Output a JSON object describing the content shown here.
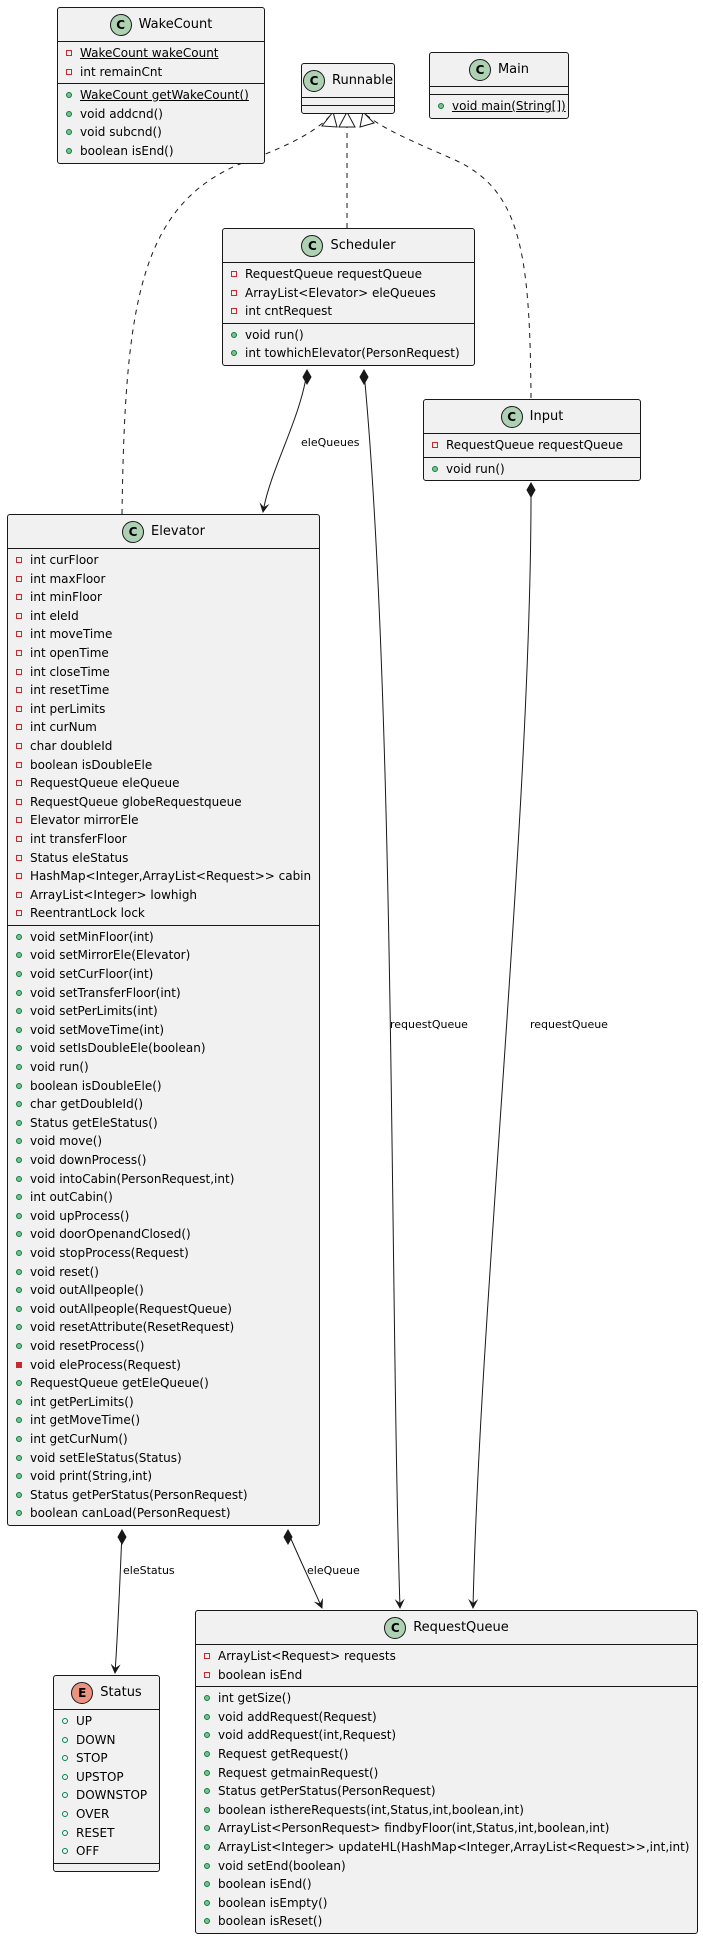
{
  "classes": {
    "wakecount": {
      "name": "WakeCount",
      "kind": "C",
      "fields": [
        {
          "vis": "priv",
          "text": "WakeCount wakeCount",
          "static": true
        },
        {
          "vis": "priv",
          "text": "int remainCnt"
        }
      ],
      "methods": [
        {
          "vis": "pub",
          "text": "WakeCount getWakeCount()",
          "static": true
        },
        {
          "vis": "pub",
          "text": "void addcnd()"
        },
        {
          "vis": "pub",
          "text": "void subcnd()"
        },
        {
          "vis": "pub",
          "text": "boolean isEnd()"
        }
      ]
    },
    "runnable": {
      "name": "Runnable",
      "kind": "C",
      "fields": [],
      "methods": []
    },
    "main": {
      "name": "Main",
      "kind": "C",
      "fields": [],
      "methods": [
        {
          "vis": "pub",
          "text": "void main(String[])",
          "static": true
        }
      ]
    },
    "scheduler": {
      "name": "Scheduler",
      "kind": "C",
      "fields": [
        {
          "vis": "priv",
          "text": "RequestQueue requestQueue"
        },
        {
          "vis": "priv",
          "text": "ArrayList<Elevator> eleQueues"
        },
        {
          "vis": "priv",
          "text": "int cntRequest"
        }
      ],
      "methods": [
        {
          "vis": "pub",
          "text": "void run()"
        },
        {
          "vis": "pub",
          "text": "int towhichElevator(PersonRequest)"
        }
      ]
    },
    "input": {
      "name": "Input",
      "kind": "C",
      "fields": [
        {
          "vis": "priv",
          "text": "RequestQueue requestQueue"
        }
      ],
      "methods": [
        {
          "vis": "pub",
          "text": "void run()"
        }
      ]
    },
    "elevator": {
      "name": "Elevator",
      "kind": "C",
      "fields": [
        {
          "vis": "priv",
          "text": "int curFloor"
        },
        {
          "vis": "priv",
          "text": "int maxFloor"
        },
        {
          "vis": "priv",
          "text": "int minFloor"
        },
        {
          "vis": "priv",
          "text": "int eleId"
        },
        {
          "vis": "priv",
          "text": "int moveTime"
        },
        {
          "vis": "priv",
          "text": "int openTime"
        },
        {
          "vis": "priv",
          "text": "int closeTime"
        },
        {
          "vis": "priv",
          "text": "int resetTime"
        },
        {
          "vis": "priv",
          "text": "int perLimits"
        },
        {
          "vis": "priv",
          "text": "int curNum"
        },
        {
          "vis": "priv",
          "text": "char doubleId"
        },
        {
          "vis": "priv",
          "text": "boolean isDoubleEle"
        },
        {
          "vis": "priv",
          "text": "RequestQueue eleQueue"
        },
        {
          "vis": "priv",
          "text": "RequestQueue globeRequestqueue"
        },
        {
          "vis": "priv",
          "text": "Elevator mirrorEle"
        },
        {
          "vis": "priv",
          "text": "int transferFloor"
        },
        {
          "vis": "priv",
          "text": "Status eleStatus"
        },
        {
          "vis": "priv",
          "text": "HashMap<Integer,ArrayList<Request>> cabin"
        },
        {
          "vis": "priv",
          "text": "ArrayList<Integer> lowhigh"
        },
        {
          "vis": "priv",
          "text": "ReentrantLock lock"
        }
      ],
      "methods": [
        {
          "vis": "pub",
          "text": "void setMinFloor(int)"
        },
        {
          "vis": "pub",
          "text": "void setMirrorEle(Elevator)"
        },
        {
          "vis": "pub",
          "text": "void setCurFloor(int)"
        },
        {
          "vis": "pub",
          "text": "void setTransferFloor(int)"
        },
        {
          "vis": "pub",
          "text": "void setPerLimits(int)"
        },
        {
          "vis": "pub",
          "text": "void setMoveTime(int)"
        },
        {
          "vis": "pub",
          "text": "void setIsDoubleEle(boolean)"
        },
        {
          "vis": "pub",
          "text": "void run()"
        },
        {
          "vis": "pub",
          "text": "boolean isDoubleEle()"
        },
        {
          "vis": "pub",
          "text": "char getDoubleId()"
        },
        {
          "vis": "pub",
          "text": "Status getEleStatus()"
        },
        {
          "vis": "pub",
          "text": "void move()"
        },
        {
          "vis": "pub",
          "text": "void downProcess()"
        },
        {
          "vis": "pub",
          "text": "void intoCabin(PersonRequest,int)"
        },
        {
          "vis": "pub",
          "text": "int outCabin()"
        },
        {
          "vis": "pub",
          "text": "void upProcess()"
        },
        {
          "vis": "pub",
          "text": "void doorOpenandClosed()"
        },
        {
          "vis": "pub",
          "text": "void stopProcess(Request)"
        },
        {
          "vis": "pub",
          "text": "void reset()"
        },
        {
          "vis": "pub",
          "text": "void outAllpeople()"
        },
        {
          "vis": "pub",
          "text": "void outAllpeople(RequestQueue)"
        },
        {
          "vis": "pub",
          "text": "void resetAttribute(ResetRequest)"
        },
        {
          "vis": "pub",
          "text": "void resetProcess()"
        },
        {
          "vis": "privm",
          "text": "void eleProcess(Request)"
        },
        {
          "vis": "pub",
          "text": "RequestQueue getEleQueue()"
        },
        {
          "vis": "pub",
          "text": "int getPerLimits()"
        },
        {
          "vis": "pub",
          "text": "int getMoveTime()"
        },
        {
          "vis": "pub",
          "text": "int getCurNum()"
        },
        {
          "vis": "pub",
          "text": "void setEleStatus(Status)"
        },
        {
          "vis": "pub",
          "text": "void print(String,int)"
        },
        {
          "vis": "pub",
          "text": "Status getPerStatus(PersonRequest)"
        },
        {
          "vis": "pub",
          "text": "boolean canLoad(PersonRequest)"
        }
      ]
    },
    "status": {
      "name": "Status",
      "kind": "E",
      "fields": [
        {
          "vis": "pubf",
          "text": "UP"
        },
        {
          "vis": "pubf",
          "text": "DOWN"
        },
        {
          "vis": "pubf",
          "text": "STOP"
        },
        {
          "vis": "pubf",
          "text": "UPSTOP"
        },
        {
          "vis": "pubf",
          "text": "DOWNSTOP"
        },
        {
          "vis": "pubf",
          "text": "OVER"
        },
        {
          "vis": "pubf",
          "text": "RESET"
        },
        {
          "vis": "pubf",
          "text": "OFF"
        }
      ],
      "methods": []
    },
    "requestqueue": {
      "name": "RequestQueue",
      "kind": "C",
      "fields": [
        {
          "vis": "priv",
          "text": "ArrayList<Request> requests"
        },
        {
          "vis": "priv",
          "text": "boolean isEnd"
        }
      ],
      "methods": [
        {
          "vis": "pub",
          "text": "int getSize()"
        },
        {
          "vis": "pub",
          "text": "void addRequest(Request)"
        },
        {
          "vis": "pub",
          "text": "void addRequest(int,Request)"
        },
        {
          "vis": "pub",
          "text": "Request getRequest()"
        },
        {
          "vis": "pub",
          "text": "Request getmainRequest()"
        },
        {
          "vis": "pub",
          "text": "Status getPerStatus(PersonRequest)"
        },
        {
          "vis": "pub",
          "text": "boolean isthereRequests(int,Status,int,boolean,int)"
        },
        {
          "vis": "pub",
          "text": "ArrayList<PersonRequest> findbyFloor(int,Status,int,boolean,int)"
        },
        {
          "vis": "pub",
          "text": "ArrayList<Integer> updateHL(HashMap<Integer,ArrayList<Request>>,int,int)"
        },
        {
          "vis": "pub",
          "text": "void setEnd(boolean)"
        },
        {
          "vis": "pub",
          "text": "boolean isEnd()"
        },
        {
          "vis": "pub",
          "text": "boolean isEmpty()"
        },
        {
          "vis": "pub",
          "text": "boolean isReset()"
        }
      ]
    }
  },
  "edge_labels": {
    "eleQueues": "eleQueues",
    "sched_requestQueue": "requestQueue",
    "input_requestQueue": "requestQueue",
    "eleStatus": "eleStatus",
    "eleQueue": "eleQueue"
  },
  "colors": {
    "class_fill": "#f1f1f1",
    "border": "#181818",
    "class_badge": "#add1b2",
    "enum_badge": "#eb937f",
    "private": "#c82930",
    "public": "#038048"
  }
}
